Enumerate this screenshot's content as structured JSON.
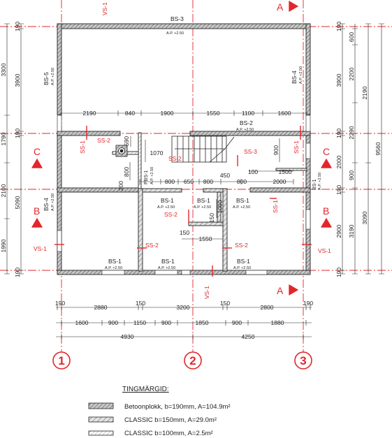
{
  "grid": {
    "axis1": "1",
    "axis2": "2",
    "axis3": "3",
    "lineA": "A",
    "lineB": "B",
    "lineC": "C"
  },
  "beams": {
    "bs3": "BS-3",
    "bs2": "BS-2",
    "bs5": "BS-5",
    "bs4": "BS-4",
    "bs1": "BS-1",
    "pbs1": "PBS-1",
    "ap": "A.P. +2.50"
  },
  "marks": {
    "vs1": "VS-1",
    "ss1": "SS-1",
    "ss2": "SS-2",
    "ss3": "SS-3"
  },
  "dims": {
    "top_row": [
      "190",
      "2880",
      "150",
      "3200",
      "150",
      "2800",
      "190"
    ],
    "mid_row": [
      "1600",
      "900",
      "1150",
      "900",
      "1850",
      "900",
      "1880"
    ],
    "bot_row": [
      "4930",
      "4250"
    ],
    "upper_row": [
      "2190",
      "840",
      "1900",
      "1550",
      "1100",
      "1600"
    ],
    "inner_row": [
      "800",
      "650",
      "800",
      "800",
      "2000"
    ],
    "left_outer": [
      "3300",
      "1790",
      "2100",
      "1990"
    ],
    "left_inner": [
      "190",
      "3900",
      "190",
      "5090",
      "190"
    ],
    "right_inner": [
      "190",
      "3900",
      "190",
      "2000",
      "190",
      "2900",
      "190"
    ],
    "right_mid": [
      "600",
      "2200",
      "2290",
      "900",
      "3190"
    ],
    "right_outer": [
      "9560",
      "2190",
      "3090"
    ],
    "misc": {
      "d1070": "1070",
      "d590": "590",
      "d800": "800",
      "d200": "200",
      "d450": "450",
      "d100": "100",
      "d1500": "1500",
      "d900": "900",
      "d150": "150",
      "d1550": "1550",
      "d1000": "1000"
    }
  },
  "legend": {
    "title": "TINGMÄRGID:",
    "items": [
      "Betoonplokk, b=190mm, A=104.9m²",
      "CLASSIC b=150mm, A=29.0m²",
      "CLASSIC b=100mm, A=2.5m²"
    ]
  }
}
